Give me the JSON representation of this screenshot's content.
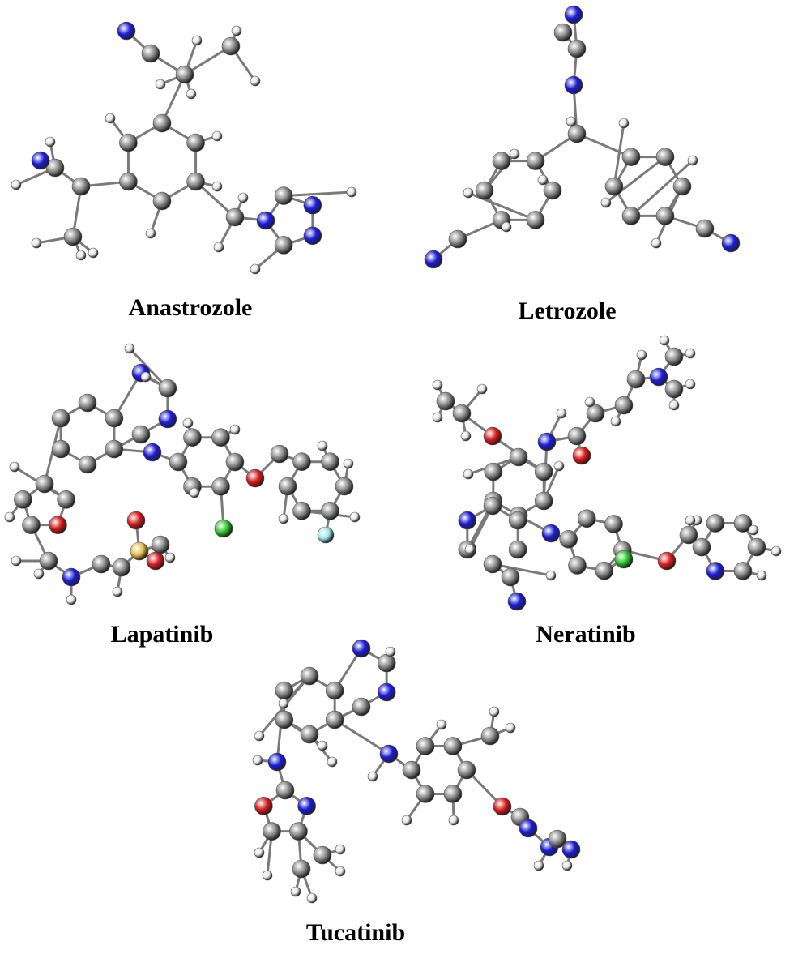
{
  "atom_colors": {
    "C": "#8c8c8c",
    "H": "#e6e6e6",
    "N": "#1a1ae0",
    "O": "#e01a1a",
    "S": "#e8c050",
    "Cl": "#2ec82e",
    "F": "#a0e6e6"
  },
  "molecules": [
    {
      "key": "anastrozole",
      "caption": "Anastrozole"
    },
    {
      "key": "letrozole",
      "caption": "Letrozole"
    },
    {
      "key": "lapatinib",
      "caption": "Lapatinib"
    },
    {
      "key": "neratinib",
      "caption": "Neratinib"
    },
    {
      "key": "tucatinib",
      "caption": "Tucatinib"
    }
  ]
}
